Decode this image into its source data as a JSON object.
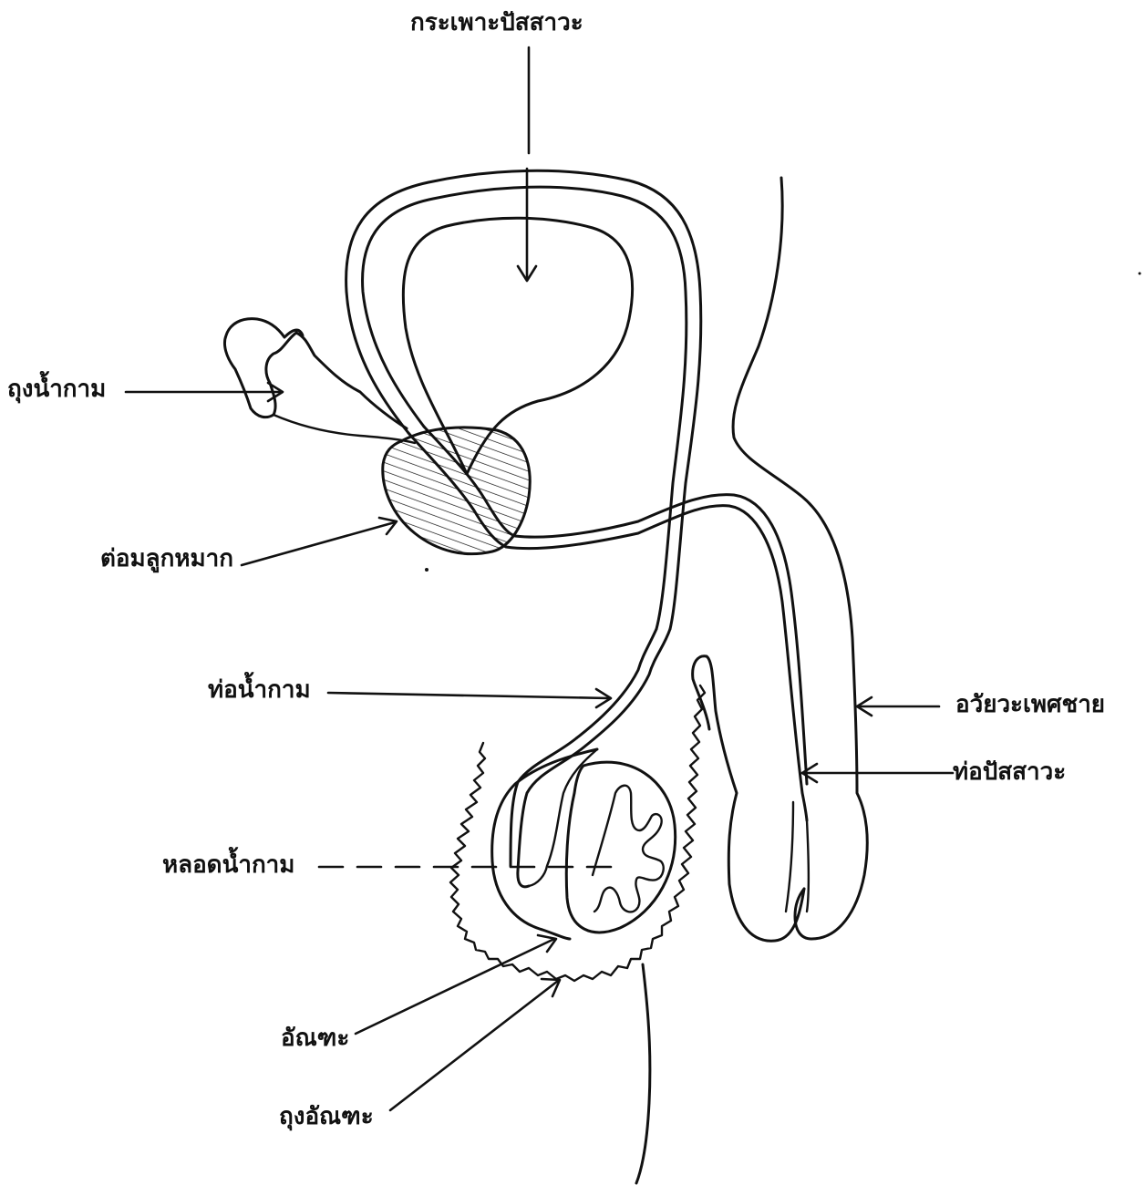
{
  "labels": {
    "bladder": "กระเพาะปัสสาวะ",
    "seminal_vesicle": "ถุงน้ำกาม",
    "prostate": "ต่อมลูกหมาก",
    "vas_deferens": "ท่อน้ำกาม",
    "epididymis": "หลอดน้ำกาม",
    "testis": "อัณฑะ",
    "scrotum": "ถุงอัณฑะ",
    "penis": "อวัยวะเพศชาย",
    "urethra": "ท่อปัสสาวะ"
  },
  "colors": {
    "line": "#111111",
    "background": "#ffffff"
  }
}
